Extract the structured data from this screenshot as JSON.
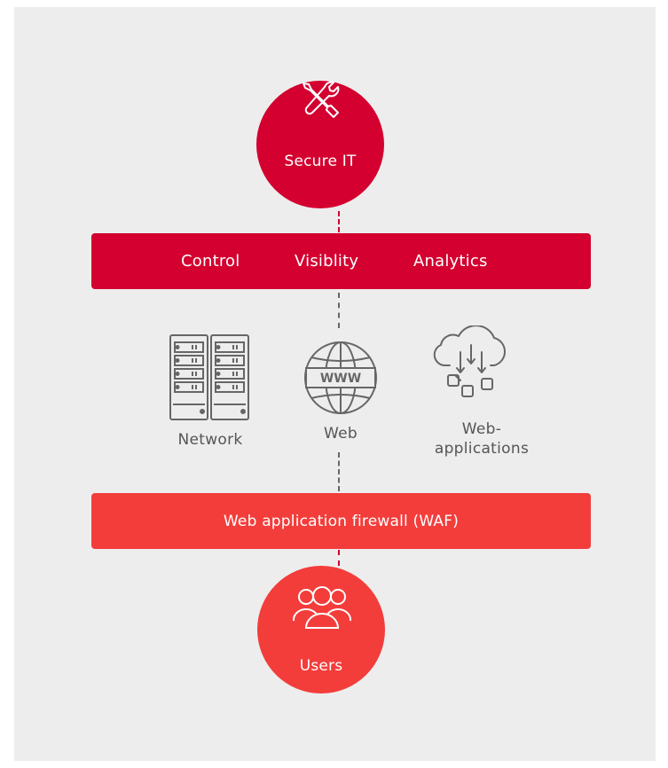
{
  "top_node": {
    "label": "Secure IT",
    "icon": "tools-icon"
  },
  "controls_bar": {
    "items": [
      "Control",
      "Visiblity",
      "Analytics"
    ]
  },
  "resources": [
    {
      "label": "Network",
      "icon": "server-rack-icon"
    },
    {
      "label": "Web",
      "icon": "globe-www-icon"
    },
    {
      "label_line1": "Web-",
      "label_line2": "applications",
      "icon": "cloud-apps-icon"
    }
  ],
  "waf_bar": {
    "label": "Web application firewall (WAF)"
  },
  "bottom_node": {
    "label": "Users",
    "icon": "users-group-icon"
  },
  "colors": {
    "primary_red": "#d30030",
    "secondary_red": "#f33d3b",
    "panel_bg": "#ededed",
    "icon_grey": "#666666"
  }
}
